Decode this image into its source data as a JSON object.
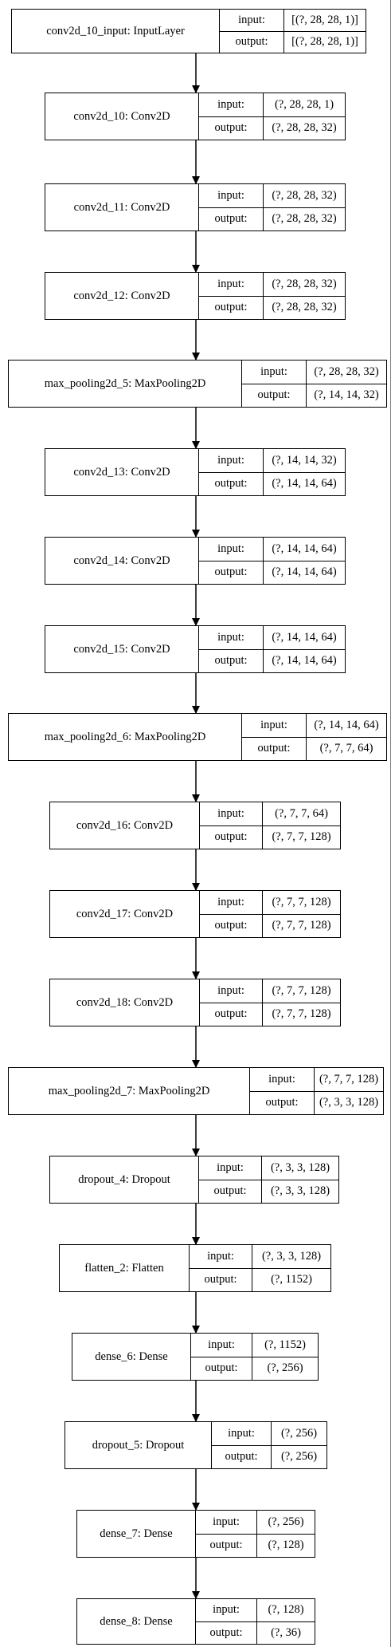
{
  "diagram": {
    "layers": [
      {
        "name": "conv2d_10_input: InputLayer",
        "input_label": "input:",
        "output_label": "output:",
        "input": "[(?, 28, 28, 1)]",
        "output": "[(?, 28, 28, 1)]"
      },
      {
        "name": "conv2d_10: Conv2D",
        "input_label": "input:",
        "output_label": "output:",
        "input": "(?, 28, 28, 1)",
        "output": "(?, 28, 28, 32)"
      },
      {
        "name": "conv2d_11: Conv2D",
        "input_label": "input:",
        "output_label": "output:",
        "input": "(?, 28, 28, 32)",
        "output": "(?, 28, 28, 32)"
      },
      {
        "name": "conv2d_12: Conv2D",
        "input_label": "input:",
        "output_label": "output:",
        "input": "(?, 28, 28, 32)",
        "output": "(?, 28, 28, 32)"
      },
      {
        "name": "max_pooling2d_5: MaxPooling2D",
        "input_label": "input:",
        "output_label": "output:",
        "input": "(?, 28, 28, 32)",
        "output": "(?, 14, 14, 32)"
      },
      {
        "name": "conv2d_13: Conv2D",
        "input_label": "input:",
        "output_label": "output:",
        "input": "(?, 14, 14, 32)",
        "output": "(?, 14, 14, 64)"
      },
      {
        "name": "conv2d_14: Conv2D",
        "input_label": "input:",
        "output_label": "output:",
        "input": "(?, 14, 14, 64)",
        "output": "(?, 14, 14, 64)"
      },
      {
        "name": "conv2d_15: Conv2D",
        "input_label": "input:",
        "output_label": "output:",
        "input": "(?, 14, 14, 64)",
        "output": "(?, 14, 14, 64)"
      },
      {
        "name": "max_pooling2d_6: MaxPooling2D",
        "input_label": "input:",
        "output_label": "output:",
        "input": "(?, 14, 14, 64)",
        "output": "(?, 7, 7, 64)"
      },
      {
        "name": "conv2d_16: Conv2D",
        "input_label": "input:",
        "output_label": "output:",
        "input": "(?, 7, 7, 64)",
        "output": "(?, 7, 7, 128)"
      },
      {
        "name": "conv2d_17: Conv2D",
        "input_label": "input:",
        "output_label": "output:",
        "input": "(?, 7, 7, 128)",
        "output": "(?, 7, 7, 128)"
      },
      {
        "name": "conv2d_18: Conv2D",
        "input_label": "input:",
        "output_label": "output:",
        "input": "(?, 7, 7, 128)",
        "output": "(?, 7, 7, 128)"
      },
      {
        "name": "max_pooling2d_7: MaxPooling2D",
        "input_label": "input:",
        "output_label": "output:",
        "input": "(?, 7, 7, 128)",
        "output": "(?, 3, 3, 128)"
      },
      {
        "name": "dropout_4: Dropout",
        "input_label": "input:",
        "output_label": "output:",
        "input": "(?, 3, 3, 128)",
        "output": "(?, 3, 3, 128)"
      },
      {
        "name": "flatten_2: Flatten",
        "input_label": "input:",
        "output_label": "output:",
        "input": "(?, 3, 3, 128)",
        "output": "(?, 1152)"
      },
      {
        "name": "dense_6: Dense",
        "input_label": "input:",
        "output_label": "output:",
        "input": "(?, 1152)",
        "output": "(?, 256)"
      },
      {
        "name": "dropout_5: Dropout",
        "input_label": "input:",
        "output_label": "output:",
        "input": "(?, 256)",
        "output": "(?, 256)"
      },
      {
        "name": "dense_7: Dense",
        "input_label": "input:",
        "output_label": "output:",
        "input": "(?, 256)",
        "output": "(?, 128)"
      },
      {
        "name": "dense_8: Dense",
        "input_label": "input:",
        "output_label": "output:",
        "input": "(?, 128)",
        "output": "(?, 36)"
      }
    ]
  }
}
